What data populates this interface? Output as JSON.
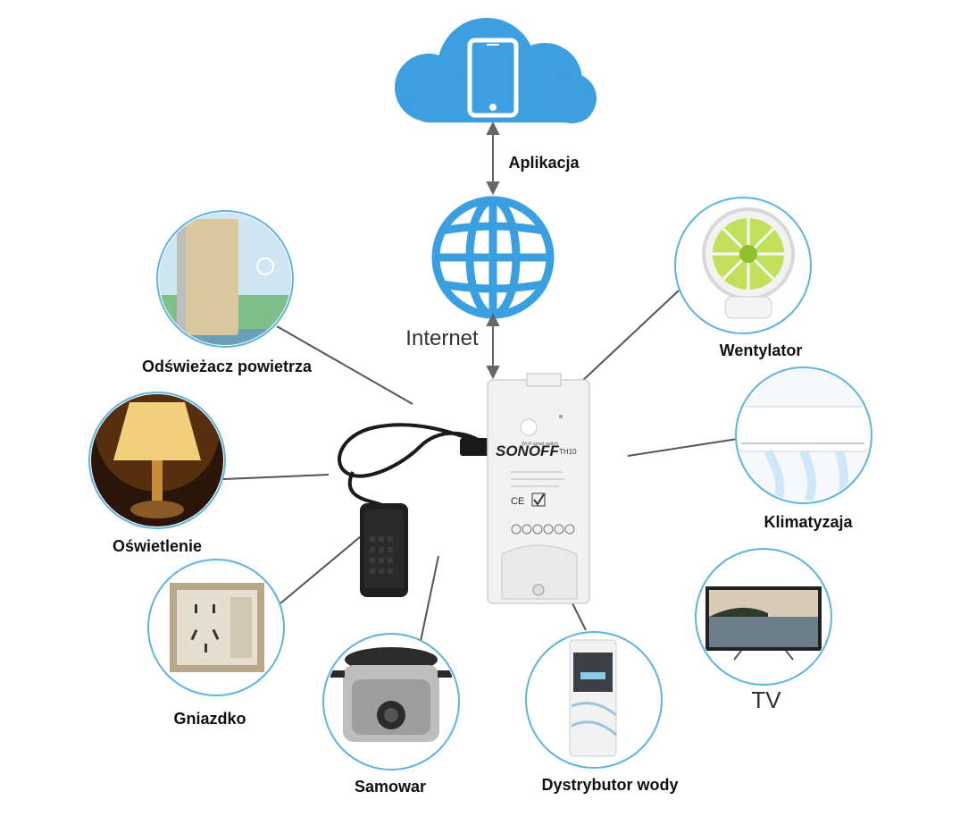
{
  "top": {
    "app_label": "Aplikacja",
    "internet_label": "Internet"
  },
  "device": {
    "brand": "SONOFF",
    "model": "TH10",
    "tagline": "Wi-Fi smart switch"
  },
  "appliances": [
    {
      "id": "air-purifier",
      "label": "Odświeżacz powietrza",
      "icon": "air-purifier-icon"
    },
    {
      "id": "lamp",
      "label": "Oświetlenie",
      "icon": "lamp-icon"
    },
    {
      "id": "socket",
      "label": "Gniazdko",
      "icon": "socket-icon"
    },
    {
      "id": "cooker",
      "label": "Samowar",
      "icon": "pressure-cooker-icon"
    },
    {
      "id": "water-dispenser",
      "label": "Dystrybutor wody",
      "icon": "water-dispenser-icon"
    },
    {
      "id": "tv",
      "label": "TV",
      "icon": "tv-icon"
    },
    {
      "id": "air-conditioner",
      "label": "Klimatyzaja",
      "icon": "air-conditioner-icon"
    },
    {
      "id": "fan",
      "label": "Wentylator",
      "icon": "fan-icon"
    }
  ],
  "colors": {
    "cloud": "#3d9ee0",
    "globe": "#3a9fe0",
    "circle_border": "#5fb4de",
    "lines": "#555555"
  }
}
